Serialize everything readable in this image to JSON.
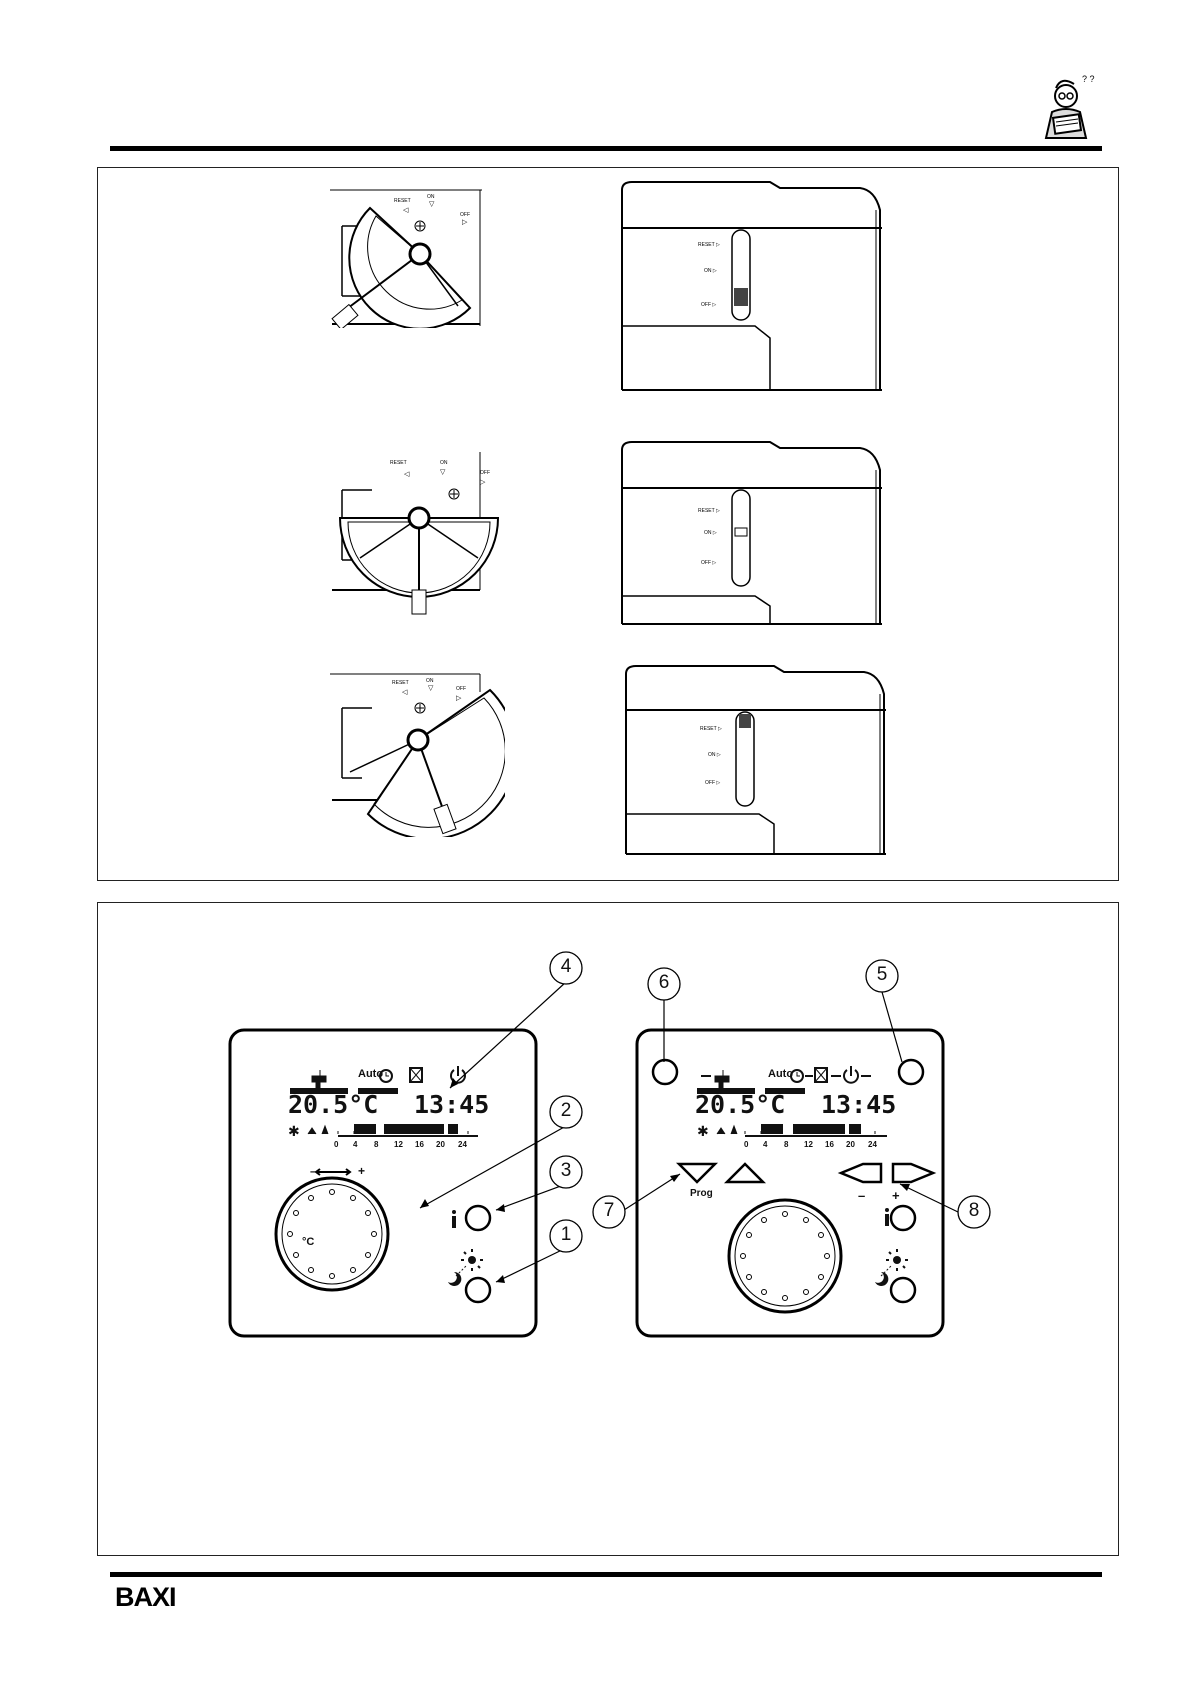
{
  "footer": {
    "logo": "BAXI"
  },
  "switch_labels": {
    "reset": "RESET",
    "on": "ON",
    "off": "OFF"
  },
  "display": {
    "temperature": "20.5°C",
    "time": "13:45",
    "auto_label": "Auto",
    "timeline_ticks": [
      "0",
      "4",
      "8",
      "12",
      "16",
      "20",
      "24"
    ]
  },
  "panel_left": {
    "celsius_label": "°C",
    "minus": "–",
    "plus": "+"
  },
  "panel_right": {
    "prog_label": "Prog",
    "minus": "–",
    "plus": "+"
  },
  "callouts": [
    "1",
    "2",
    "3",
    "4",
    "5",
    "6",
    "7",
    "8"
  ],
  "icons": {
    "header_mascot": "reading-man-icon",
    "tap": "tap-icon",
    "clock": "clock-icon",
    "holiday": "holiday-icon",
    "standby": "power-icon",
    "snowflake": "snowflake-icon",
    "sun": "sun-icon",
    "moon": "moon-icon",
    "info": "info-icon"
  }
}
